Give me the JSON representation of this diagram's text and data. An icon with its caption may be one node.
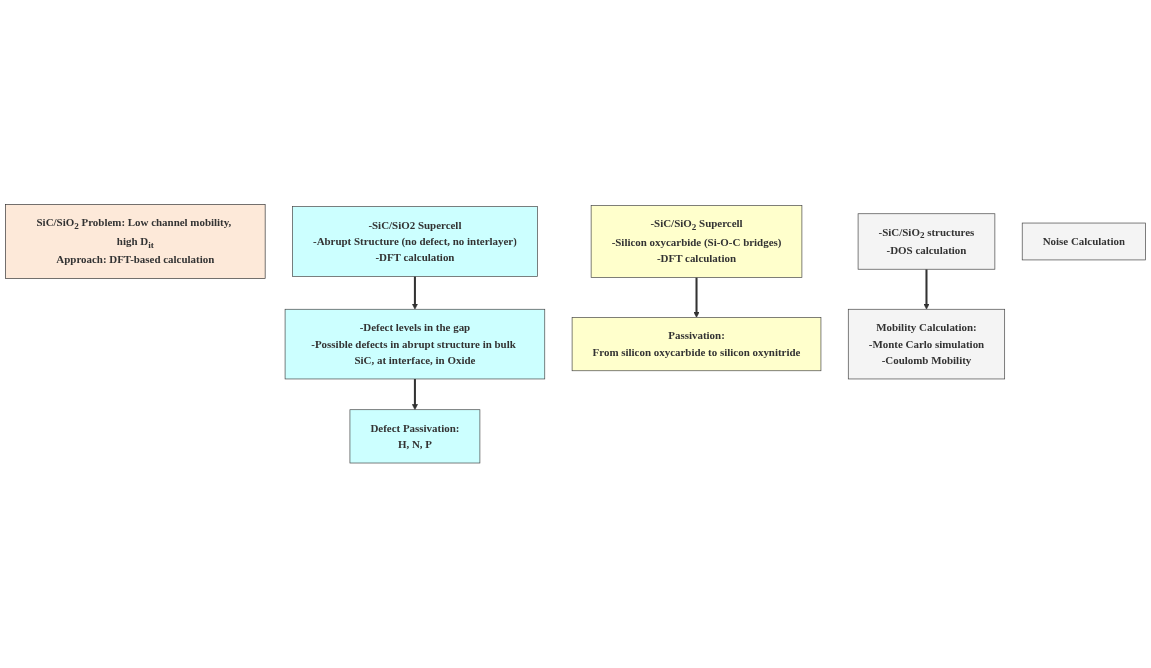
{
  "diagram": {
    "nodes": [
      {
        "text": [
          "SiC/SiO$_{2}$ Problem: Low channel mobility, high D$_{it}$",
          "Approach: DFT-based calculation"
        ]
      },
      {
        "text": [
          "-SiC/SiO2 Supercell",
          "-Abrupt Structure (no defect, no interlayer)",
          "-DFT calculation"
        ]
      },
      {
        "text": [
          "-SiC/SiO$_{2}$ Supercell",
          "-Silicon oxycarbide (Si-O-C bridges)",
          "-DFT calculation"
        ]
      },
      {
        "text": [
          "-SiC/SiO$_{2}$ structures",
          "-DOS calculation"
        ]
      },
      {
        "text": [
          "-Defect levels in the gap",
          "-Possible defects in abrupt structure in bulk SiC, at interface, in Oxide"
        ]
      },
      {
        "text": [
          "Defect Passivation:",
          "H, N, P"
        ]
      },
      {
        "text": [
          "Passivation:",
          "From silicon oxycarbide to silicon oxynitride"
        ]
      },
      {
        "text": [
          "Mobility Calculation:",
          "-Monte Carlo   simulation",
          "-Coulomb Mobility"
        ]
      },
      {
        "text": [
          "Noise Calculation"
        ]
      }
    ],
    "edges": [
      {
        "from": 1,
        "to": 4,
        "arrow": "to"
      },
      {
        "from": 4,
        "to": 5,
        "arrow": "to"
      },
      {
        "from": 2,
        "to": 6,
        "arrow": "to"
      },
      {
        "from": 3,
        "to": 7,
        "arrow": "to"
      }
    ]
  }
}
